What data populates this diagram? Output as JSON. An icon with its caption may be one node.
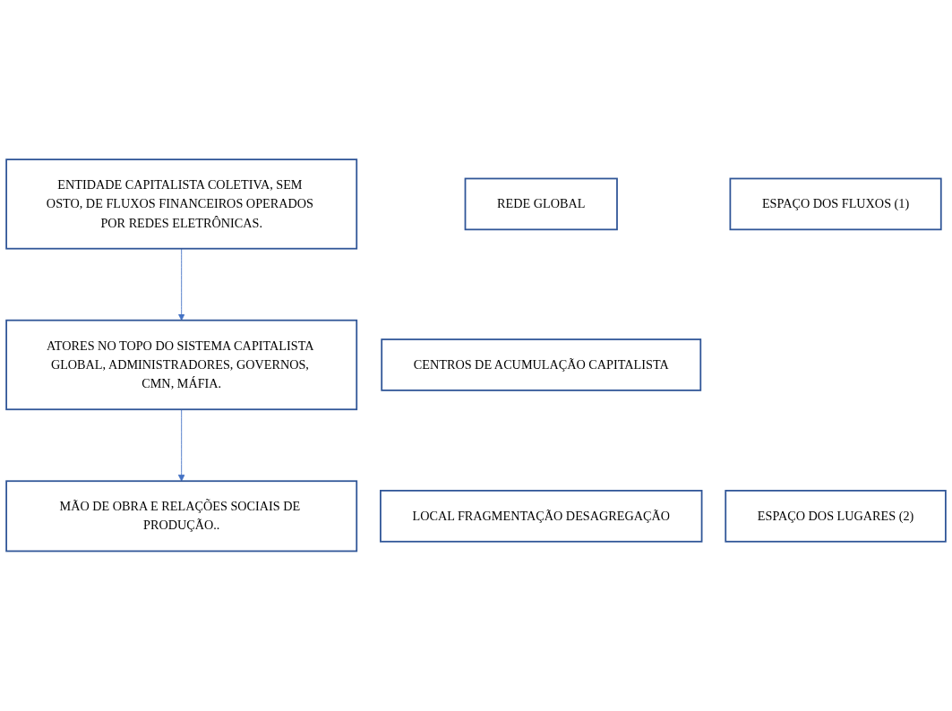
{
  "diagram": {
    "nodes": [
      {
        "text": [
          "ENTIDADE CAPITALISTA COLETIVA, SEM OSTO, DE FLUXOS FINANCEIROS OPERADOS POR REDES ELETRÔNICAS."
        ]
      },
      {
        "text": [
          "REDE GLOBAL"
        ]
      },
      {
        "text": [
          "ESPAÇO DOS FLUXOS (1)"
        ]
      },
      {
        "text": [
          "ATORES NO TOPO DO SISTEMA CAPITALISTA GLOBAL, ADMINISTRADORES, GOVERNOS, CMN, MÁFIA."
        ]
      },
      {
        "text": [
          "CENTROS DE ACUMULAÇÃO CAPITALISTA"
        ]
      },
      {
        "text": [
          "ESPAÇO DOS LUGARES (2)"
        ]
      },
      {
        "text": [
          "MÃO DE OBRA E RELAÇÕES SOCIAIS DE PRODUÇÃO.."
        ]
      },
      {
        "text": [
          "LOCAL FRAGMENTAÇÃO DESAGREGAÇÃO"
        ]
      }
    ],
    "edges": [
      {
        "from": 0,
        "to": 3,
        "arrow": "to",
        "color": "#4472c4"
      },
      {
        "from": 3,
        "to": 6,
        "arrow": "to",
        "color": "#4472c4"
      }
    ]
  }
}
